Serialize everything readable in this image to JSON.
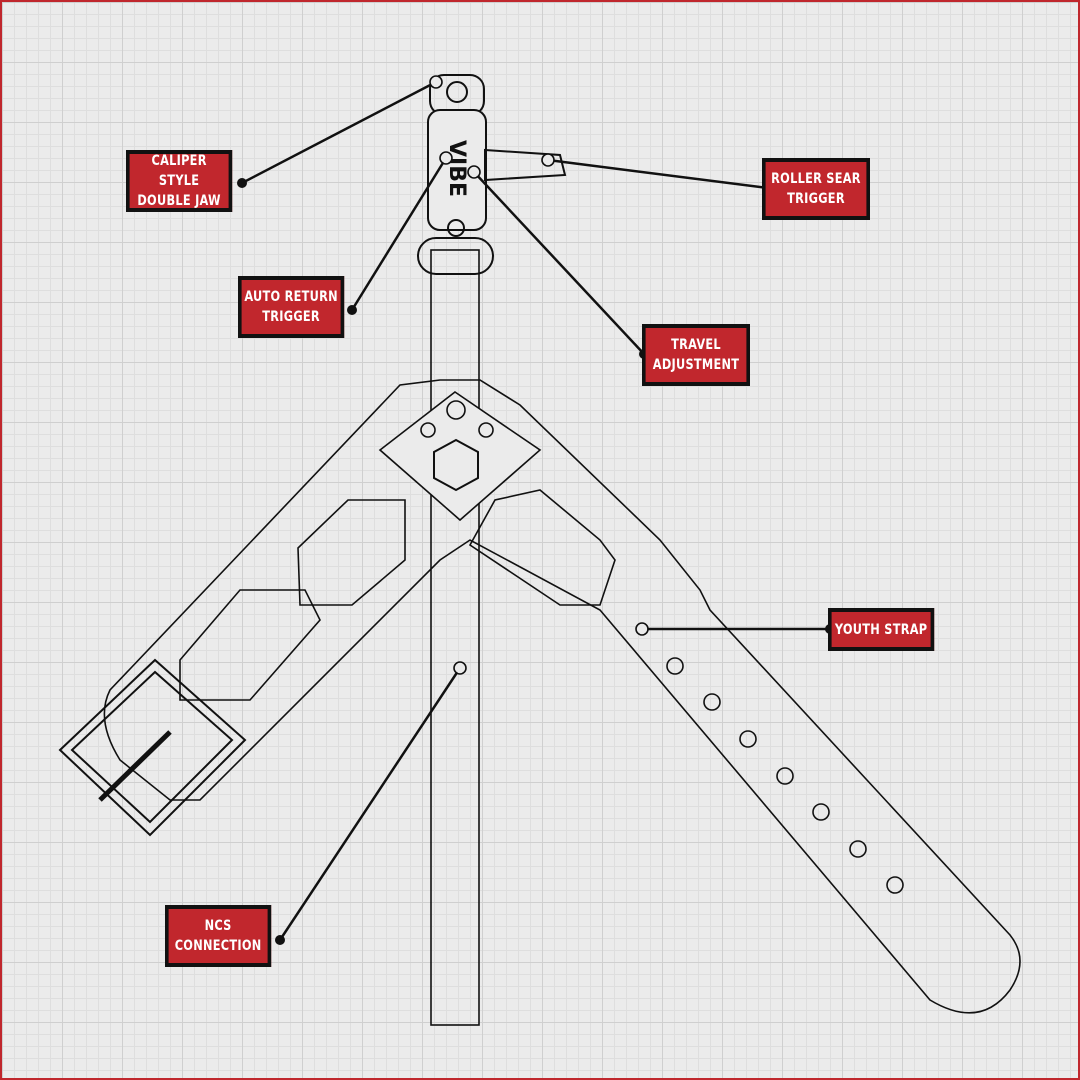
{
  "labels": {
    "caliper": [
      "CALIPER STYLE",
      "DOUBLE JAW"
    ],
    "roller": [
      "ROLLER SEAR",
      "TRIGGER"
    ],
    "auto_return": [
      "AUTO RETURN",
      "TRIGGER"
    ],
    "travel": [
      "TRAVEL",
      "ADJUSTMENT"
    ],
    "youth_strap": [
      "YOUTH STRAP"
    ],
    "ncs": [
      "NCS",
      "CONNECTION"
    ]
  },
  "logo_text": "VIBE",
  "colors": {
    "label_bg": "#c1272d",
    "label_border": "#111111",
    "frame": "#c0272d",
    "grid_bg": "#ebebeb"
  }
}
